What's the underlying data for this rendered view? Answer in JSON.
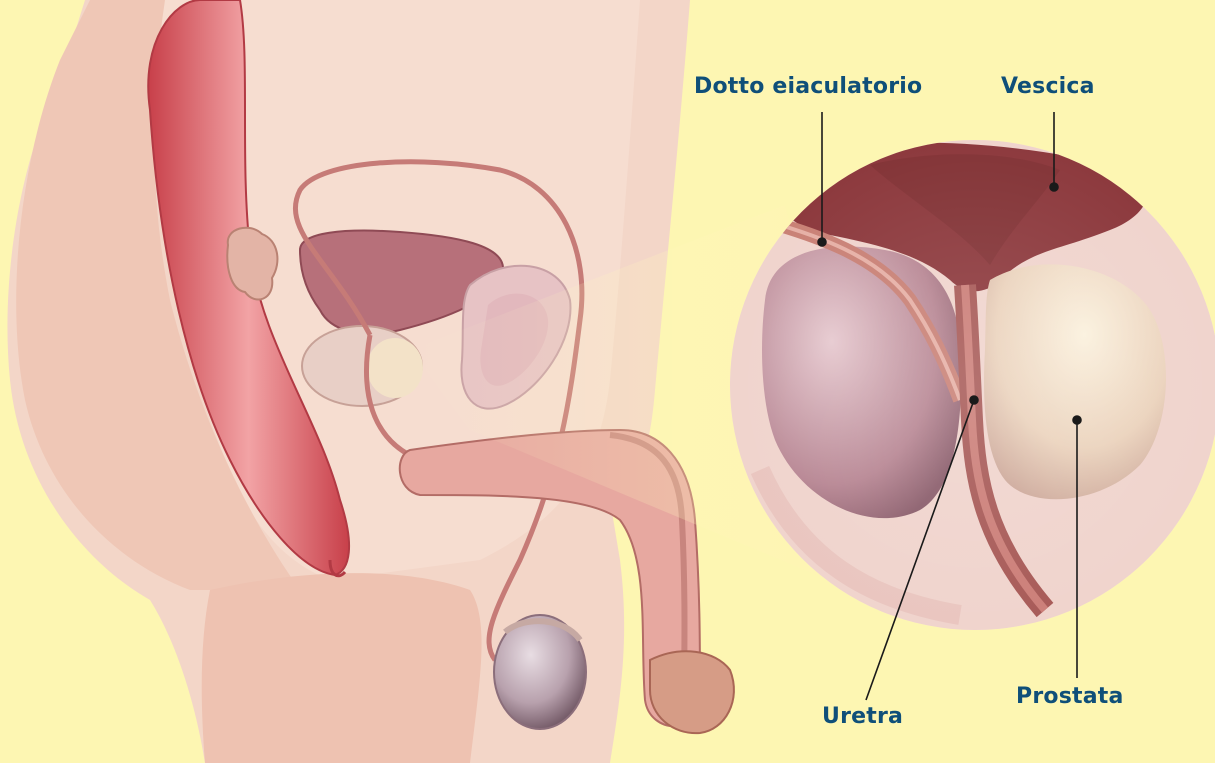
{
  "diagram": {
    "colors": {
      "background": "#fdf6b2",
      "label_text": "#0f4f79",
      "leader_line": "#1a1a1a"
    },
    "labels": {
      "ejaculatory_duct": "Dotto eiaculatorio",
      "bladder": "Vescica",
      "urethra": "Uretra",
      "prostate": "Prostata"
    }
  }
}
